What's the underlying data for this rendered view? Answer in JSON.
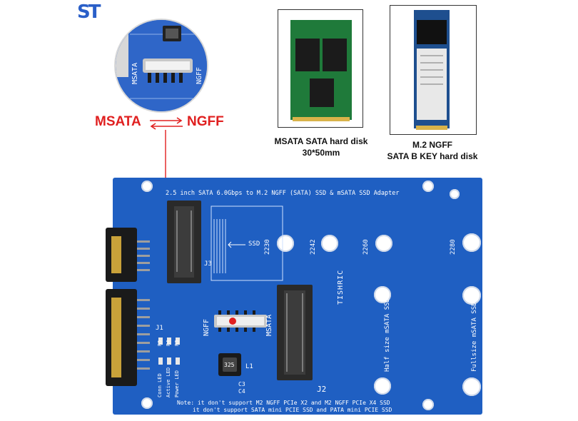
{
  "logo": {
    "text": "ST"
  },
  "swap": {
    "left": "MSATA",
    "right": "NGFF"
  },
  "zoom": {
    "label_left": "MSATA",
    "label_right": "NGFF"
  },
  "products": [
    {
      "caption_line1": "MSATA SATA hard disk",
      "caption_line2": "30*50mm"
    },
    {
      "caption_line1": "M.2 NGFF",
      "caption_line2": "SATA B KEY hard disk"
    }
  ],
  "board": {
    "title": "2.5 inch SATA 6.0Gbps to M.2 NGFF (SATA) SSD & mSATA SSD Adapter",
    "note_line1": "Note: it don't support M2 NGFF PCIe X2 and M2 NGFF PCIe X4 SSD",
    "note_line2": "it don't support SATA mini PCIE SSD and PATA mini PCIE SSD",
    "ssd_label": "SSD",
    "sizes": [
      "2230",
      "2242",
      "2260",
      "2280"
    ],
    "j3": "J3",
    "j1": "J1",
    "j2": "J2",
    "l1": "L1",
    "brand": "TISHRIC",
    "switch_left": "NGFF",
    "switch_right": "MSATA",
    "half_size": "Half size mSATA SSD",
    "full_size": "Fullsize mSATA SSD",
    "leds": [
      "Conn LED",
      "Active LED",
      "Power LED"
    ],
    "led_codes": [
      "R5",
      "R4",
      "R3"
    ],
    "cap_labels": [
      "C3",
      "C4"
    ],
    "ic_label": "325"
  },
  "colors": {
    "board": "#1f5fc2",
    "accent_red": "#e02020",
    "logo": "#2a5fc8"
  }
}
